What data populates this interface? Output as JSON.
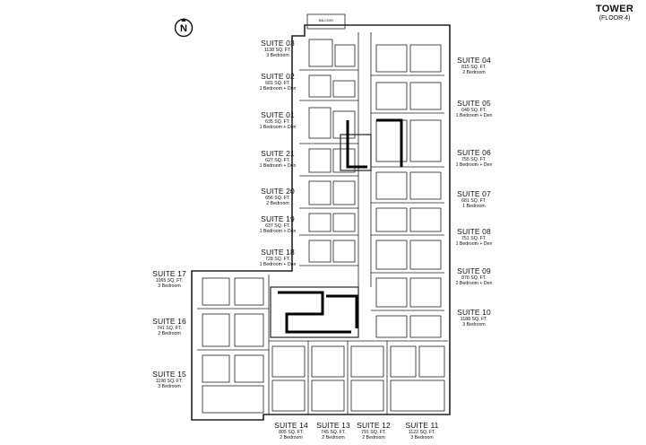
{
  "header": {
    "title": "TOWER",
    "subtitle": "(FLOOR 4)"
  },
  "compass": {
    "letter": "N"
  },
  "balcony_note": "BALCONY",
  "suites": [
    {
      "name": "SUITE 03",
      "area": "1138 SQ. FT.",
      "type": "3 Bedroom"
    },
    {
      "name": "SUITE 02",
      "area": "681 SQ. FT.",
      "type": "1 Bedroom + Den"
    },
    {
      "name": "SUITE 01",
      "area": "635 SQ. FT.",
      "type": "1 Bedroom + Den"
    },
    {
      "name": "SUITE 21",
      "area": "627 SQ. FT.",
      "type": "1 Bedroom + Den"
    },
    {
      "name": "SUITE 20",
      "area": "656 SQ. FT.",
      "type": "2 Bedroom"
    },
    {
      "name": "SUITE 19",
      "area": "637 SQ. FT.",
      "type": "1 Bedroom + Den"
    },
    {
      "name": "SUITE 18",
      "area": "728 SQ. FT.",
      "type": "1 Bedroom + Den"
    },
    {
      "name": "SUITE 17",
      "area": "1065 SQ. FT.",
      "type": "3 Bedroom"
    },
    {
      "name": "SUITE 16",
      "area": "741 SQ. FT.",
      "type": "2 Bedroom"
    },
    {
      "name": "SUITE 15",
      "area": "1198 SQ. FT.",
      "type": "3 Bedroom"
    },
    {
      "name": "SUITE 04",
      "area": "815 SQ. FT.",
      "type": "2 Bedroom"
    },
    {
      "name": "SUITE 05",
      "area": "640 SQ. FT.",
      "type": "1 Bedroom + Den"
    },
    {
      "name": "SUITE 06",
      "area": "755 SQ. FT.",
      "type": "1 Bedroom + Den"
    },
    {
      "name": "SUITE 07",
      "area": "681 SQ. FT.",
      "type": "1 Bedroom"
    },
    {
      "name": "SUITE 08",
      "area": "751 SQ. FT.",
      "type": "1 Bedroom + Den"
    },
    {
      "name": "SUITE 09",
      "area": "876 SQ. FT.",
      "type": "2 Bedroom + Den"
    },
    {
      "name": "SUITE 10",
      "area": "1188 SQ. FT.",
      "type": "3 Bedroom"
    },
    {
      "name": "SUITE 14",
      "area": "805 SQ. FT.",
      "type": "2 Bedroom"
    },
    {
      "name": "SUITE 13",
      "area": "745 SQ. FT.",
      "type": "2 Bedroom"
    },
    {
      "name": "SUITE 12",
      "area": "791 SQ. FT.",
      "type": "2 Bedroom"
    },
    {
      "name": "SUITE 11",
      "area": "1122 SQ. FT.",
      "type": "3 Bedroom"
    }
  ]
}
